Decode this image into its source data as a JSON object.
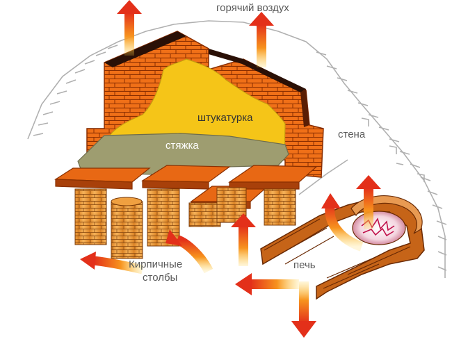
{
  "labels": {
    "hot_air": "горячий воздух",
    "plaster": "штукатурка",
    "screed": "стяжка",
    "wall": "стена",
    "brick_pillars_line1": "Кирпичные",
    "brick_pillars_line2": "столбы",
    "stove": "печь"
  },
  "colors": {
    "brick": "#ef6a0f",
    "brick_dark": "#c44a06",
    "mortar": "#8a2e00",
    "plaster": "#f5c518",
    "screed": "#9a9a6c",
    "slab": "#e26112",
    "pillar": "#f0a040",
    "arrow": "#e8431a",
    "wall_sketch": "#b8b8b8"
  }
}
